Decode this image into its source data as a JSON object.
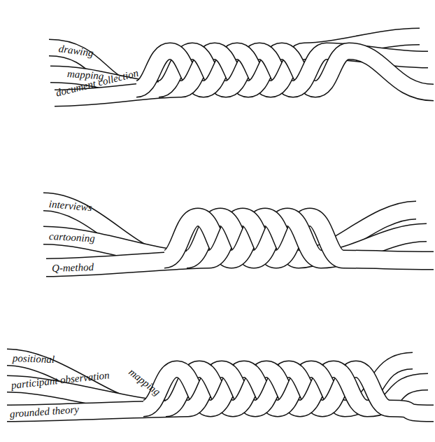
{
  "diagram": {
    "labels": [
      "drawing",
      "mapping",
      "document collection",
      "interviews",
      "cartooning",
      "Q-method",
      "positional",
      "participant observation",
      "mapping",
      "grounded theory"
    ]
  }
}
